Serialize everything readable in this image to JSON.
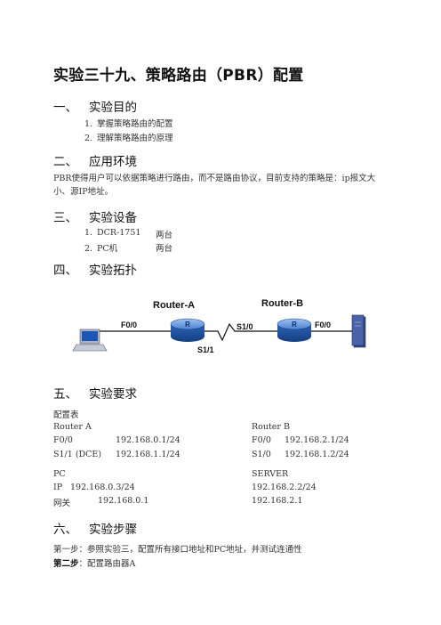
{
  "title": "实验三十九、策略路由（PBR）配置",
  "sections": [
    {
      "num": "一、",
      "label": "实验目的"
    },
    {
      "num": "二、",
      "label": "应用环境"
    },
    {
      "num": "三、",
      "label": "实验设备"
    },
    {
      "num": "四、",
      "label": "实验拓扑"
    },
    {
      "num": "五、",
      "label": "实验要求"
    },
    {
      "num": "六、",
      "label": "实验步骤"
    }
  ],
  "goals": [
    {
      "n": "1.",
      "text": "掌握策略路由的配置"
    },
    {
      "n": "2.",
      "text": "理解策略路由的原理"
    }
  ],
  "env_text": "PBR使得用户可以依据策略进行路由，而不是路由协议，目前支持的策略是：ip报文大小、源IP地址。",
  "devices": [
    {
      "n": "1.",
      "name": "DCR-1751",
      "qty": "两台"
    },
    {
      "n": "2.",
      "name": "PC机",
      "qty": "两台"
    }
  ],
  "topology": {
    "router_a": "Router-A",
    "router_b": "Router-B",
    "a_f00": "F0/0",
    "a_s11": "S1/1",
    "b_s10": "S1/0",
    "b_f00": "F0/0",
    "router_glyph": "R"
  },
  "config": {
    "heading": "配置表",
    "router_a": {
      "title": "Router A",
      "rows": [
        {
          "k": "F0/0",
          "v": "192.168.0.1/24"
        },
        {
          "k": "S1/1 (DCE)",
          "v": "192.168.1.1/24"
        }
      ]
    },
    "router_b": {
      "title": "Router B",
      "rows": [
        {
          "k": "F0/0",
          "v": "192.168.2.1/24"
        },
        {
          "k": "S1/0",
          "v": "192.168.1.2/24"
        }
      ]
    },
    "pc": {
      "title": "PC",
      "ip_label": "IP",
      "ip": "192.168.0.3/24",
      "gw_label": "网关",
      "gw": "192.168.0.1"
    },
    "server": {
      "title": "SERVER",
      "ip": "192.168.2.2/24",
      "gw": "192.168.2.1"
    }
  },
  "steps": {
    "step1": "第一步：参照实验三，配置所有接口地址和PC地址，并测试连通性",
    "step2_label": "第二步",
    "step2_text": "：配置路由器A"
  },
  "colors": {
    "router_body": "#1d4f9c",
    "router_top": "#5d8fd6",
    "server": "#34498a"
  }
}
